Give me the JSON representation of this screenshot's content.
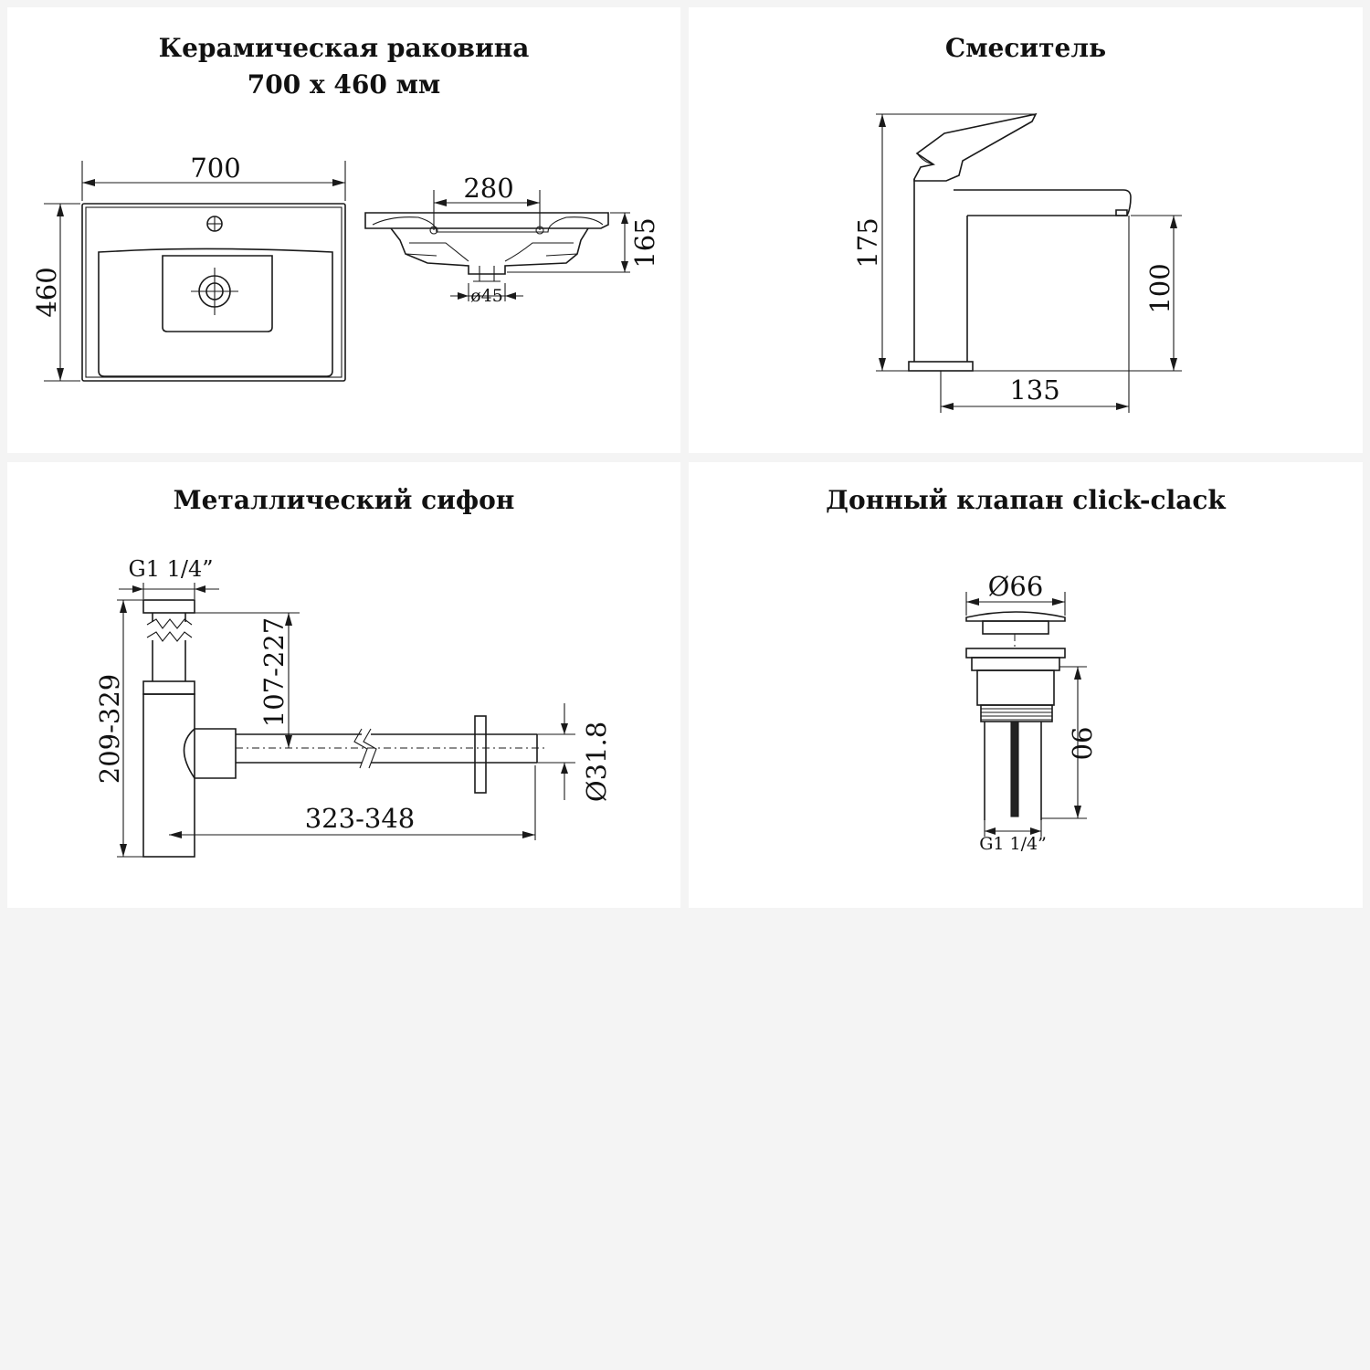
{
  "panels": {
    "sink": {
      "title_line1": "Керамическая раковина",
      "title_line2": "700 x 460 мм",
      "dims": {
        "width": "700",
        "depth": "460",
        "tap_spacing": "280",
        "height": "165",
        "drain_diameter": "ø45"
      }
    },
    "faucet": {
      "title": "Смеситель",
      "dims": {
        "total_height": "175",
        "spout_height": "100",
        "spout_reach": "135"
      }
    },
    "siphon": {
      "title": "Металлический сифон",
      "dims": {
        "thread": "G1 1/4”",
        "adjust_height": "107-227",
        "total_height": "209-329",
        "outlet_length": "323-348",
        "outlet_diameter": "Ø31.8"
      }
    },
    "drain_valve": {
      "title": "Донный клапан click-clack",
      "dims": {
        "cap_diameter": "Ø66",
        "body_height": "90",
        "thread": "G1 1/4”"
      }
    }
  }
}
